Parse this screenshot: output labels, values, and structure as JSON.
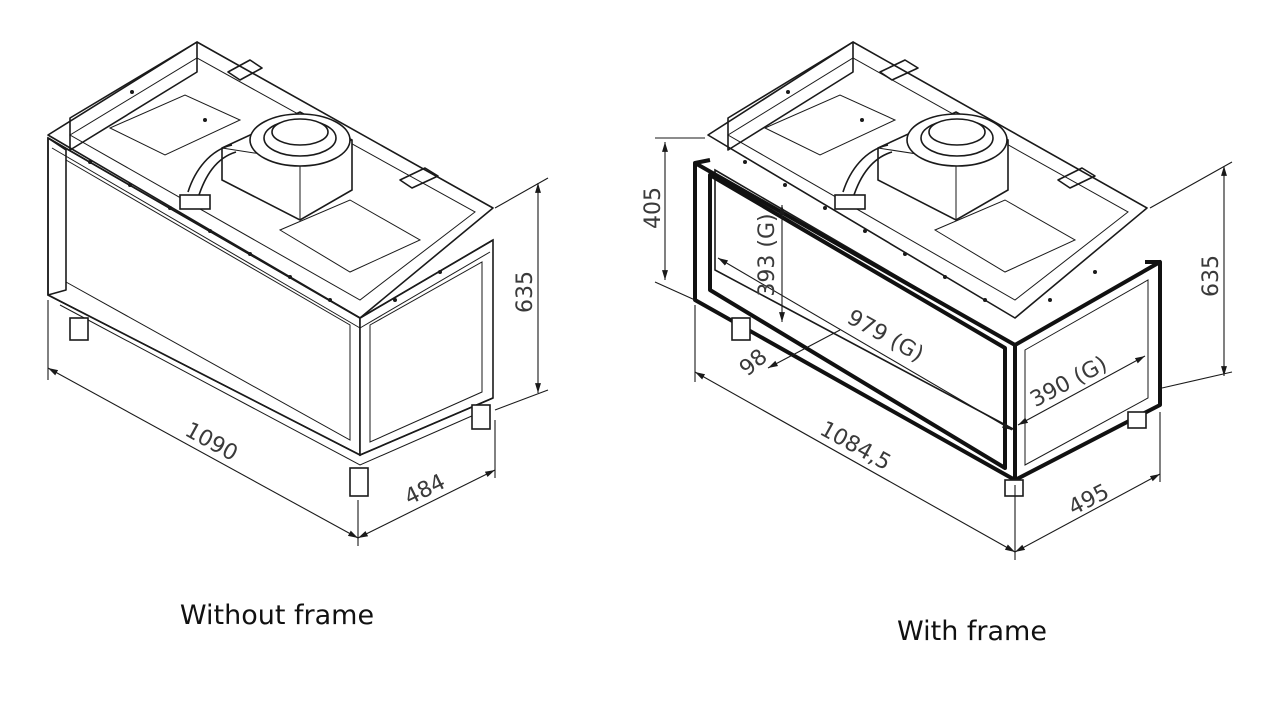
{
  "figures": [
    {
      "caption": "Without frame",
      "dimensions": {
        "height": "635",
        "width": "1090",
        "depth": "484"
      }
    },
    {
      "caption": "With frame",
      "dimensions": {
        "frame_height": "405",
        "glass_height": "393 (G)",
        "glass_length": "979 (G)",
        "offset": "98",
        "glass_depth": "390 (G)",
        "height": "635",
        "width": "1084,5",
        "depth": "495"
      }
    }
  ]
}
